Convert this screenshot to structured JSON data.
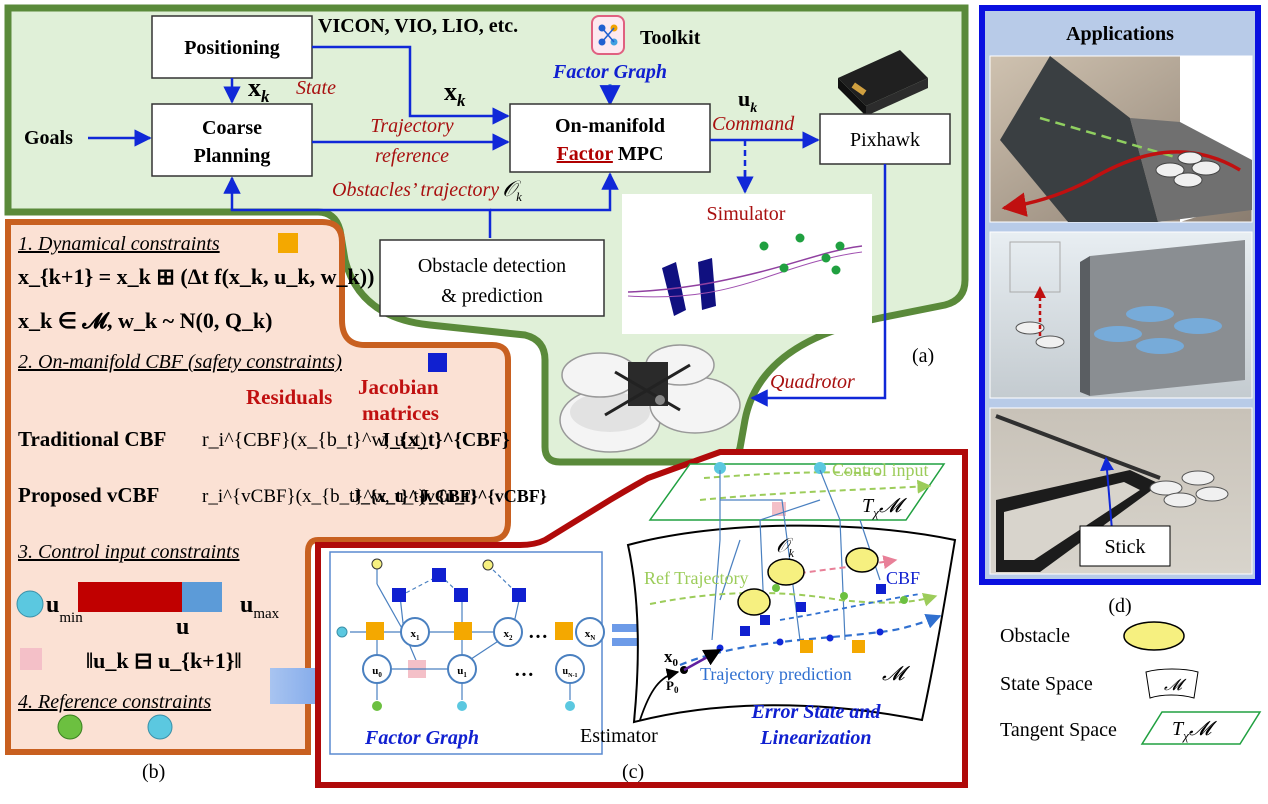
{
  "panel_a": {
    "positioning": "Positioning",
    "sources": "VICON, VIO, LIO, etc.",
    "toolkit": "Toolkit",
    "factor_graph": "Factor Graph",
    "goals": "Goals",
    "coarse_planning_line1": "Coarse",
    "coarse_planning_line2": "Planning",
    "state_symbol": "x",
    "state_sub": "k",
    "state_label": "State",
    "traj_ref_line1": "Trajectory",
    "traj_ref_line2": "reference",
    "xk_symbol": "x",
    "xk_sub": "k",
    "mpc_line1": "On-manifold",
    "mpc_factor": "Factor",
    "mpc_rest": "MPC",
    "uk_symbol": "u",
    "uk_sub": "k",
    "command": "Command",
    "pixhawk": "Pixhawk",
    "obstacles_traj": "Obstacles’ trajectory",
    "obstacles_symbol": "𝒪",
    "obstacles_sub": "k",
    "simulator": "Simulator",
    "detection_line1": "Obstacle detection",
    "detection_line2": "& prediction",
    "quadrotor": "Quadrotor",
    "tag": "(a)"
  },
  "panel_b": {
    "h1": "1. Dynamical constraints",
    "eq1": "x_{k+1} = x_k ⊞ (Δt f(x_k, u_k, w_k))",
    "eq2": "x_k ∈ 𝓜, w_k ~ N(0, Q_k)",
    "h2_italic": "2. On-manifold CBF",
    "h2_rest": "(safety constraints)",
    "residuals": "Residuals",
    "jacobian_line1": "Jacobian",
    "jacobian_line2": "matrices",
    "traditional": "Traditional CBF",
    "traditional_res": "r_i^{CBF}(x_{b_t}^w, u_t)",
    "traditional_jac": "J_{x_t}^{CBF}",
    "proposed": "Proposed vCBF",
    "proposed_res": "r_i^{vCBF}(x_{b_t}^w, u_t)",
    "proposed_jac1": "J_{x_t}^{vCBF}",
    "proposed_jac2": "J_{u_t}^{vCBF}",
    "h3": "3. Control input constraints",
    "umin": "u",
    "umin_sub": "min",
    "u": "u",
    "umax": "u",
    "umax_sub": "max",
    "diff_norm": "‖u_k ⊟ u_{k+1}‖",
    "h4": "4. Reference constraints",
    "tag": "(b)"
  },
  "panel_c": {
    "factor_graph": "Factor Graph",
    "nodes_x": [
      "x",
      "x",
      "x"
    ],
    "nodes_x_sub": [
      "1",
      "2",
      "N"
    ],
    "nodes_u": [
      "u",
      "u",
      "u"
    ],
    "nodes_u_sub": [
      "0",
      "1",
      "N-1"
    ],
    "control_input": "Control input",
    "tangent": "T",
    "tangent_sub": "χ",
    "tangent_M": "𝓜",
    "ref_traj": "Ref Trajectory",
    "obs_symbol": "𝒪",
    "obs_sub": "k",
    "cbf": "CBF",
    "x0": "x",
    "x0_sub": "0",
    "p0": "P",
    "p0_sub": "0",
    "traj_pred": "Trajectory prediction",
    "manifold": "𝓜",
    "estimator": "Estimator",
    "error_line1": "Error State and",
    "error_line2": "Linearization",
    "tag": "(c)"
  },
  "panel_d": {
    "applications": "Applications",
    "stick": "Stick",
    "tag": "(d)",
    "legend_obstacle": "Obstacle",
    "legend_state": "State Space",
    "legend_tangent": "Tangent Space",
    "legend_M": "𝓜",
    "legend_T": "T",
    "legend_T_sub": "χ",
    "legend_T_M": "𝓜"
  },
  "colors": {
    "green_frame": "#5a8a3a",
    "green_fill": "#e0f0d8",
    "orange_frame": "#c86020",
    "orange_fill": "#fbe1d4",
    "red_frame": "#b00a0a",
    "blue_frame": "#0a10e0",
    "blue_fill": "#b8cbe8",
    "arrow_blue": "#1028d8",
    "label_red": "#a81010",
    "factor_orange": "#f4a800",
    "factor_blue": "#1020d0",
    "factor_pink": "#f4c0c8",
    "node_cyan": "#5bc8e0",
    "node_green": "#6cc040",
    "node_yellow": "#f6f080"
  }
}
